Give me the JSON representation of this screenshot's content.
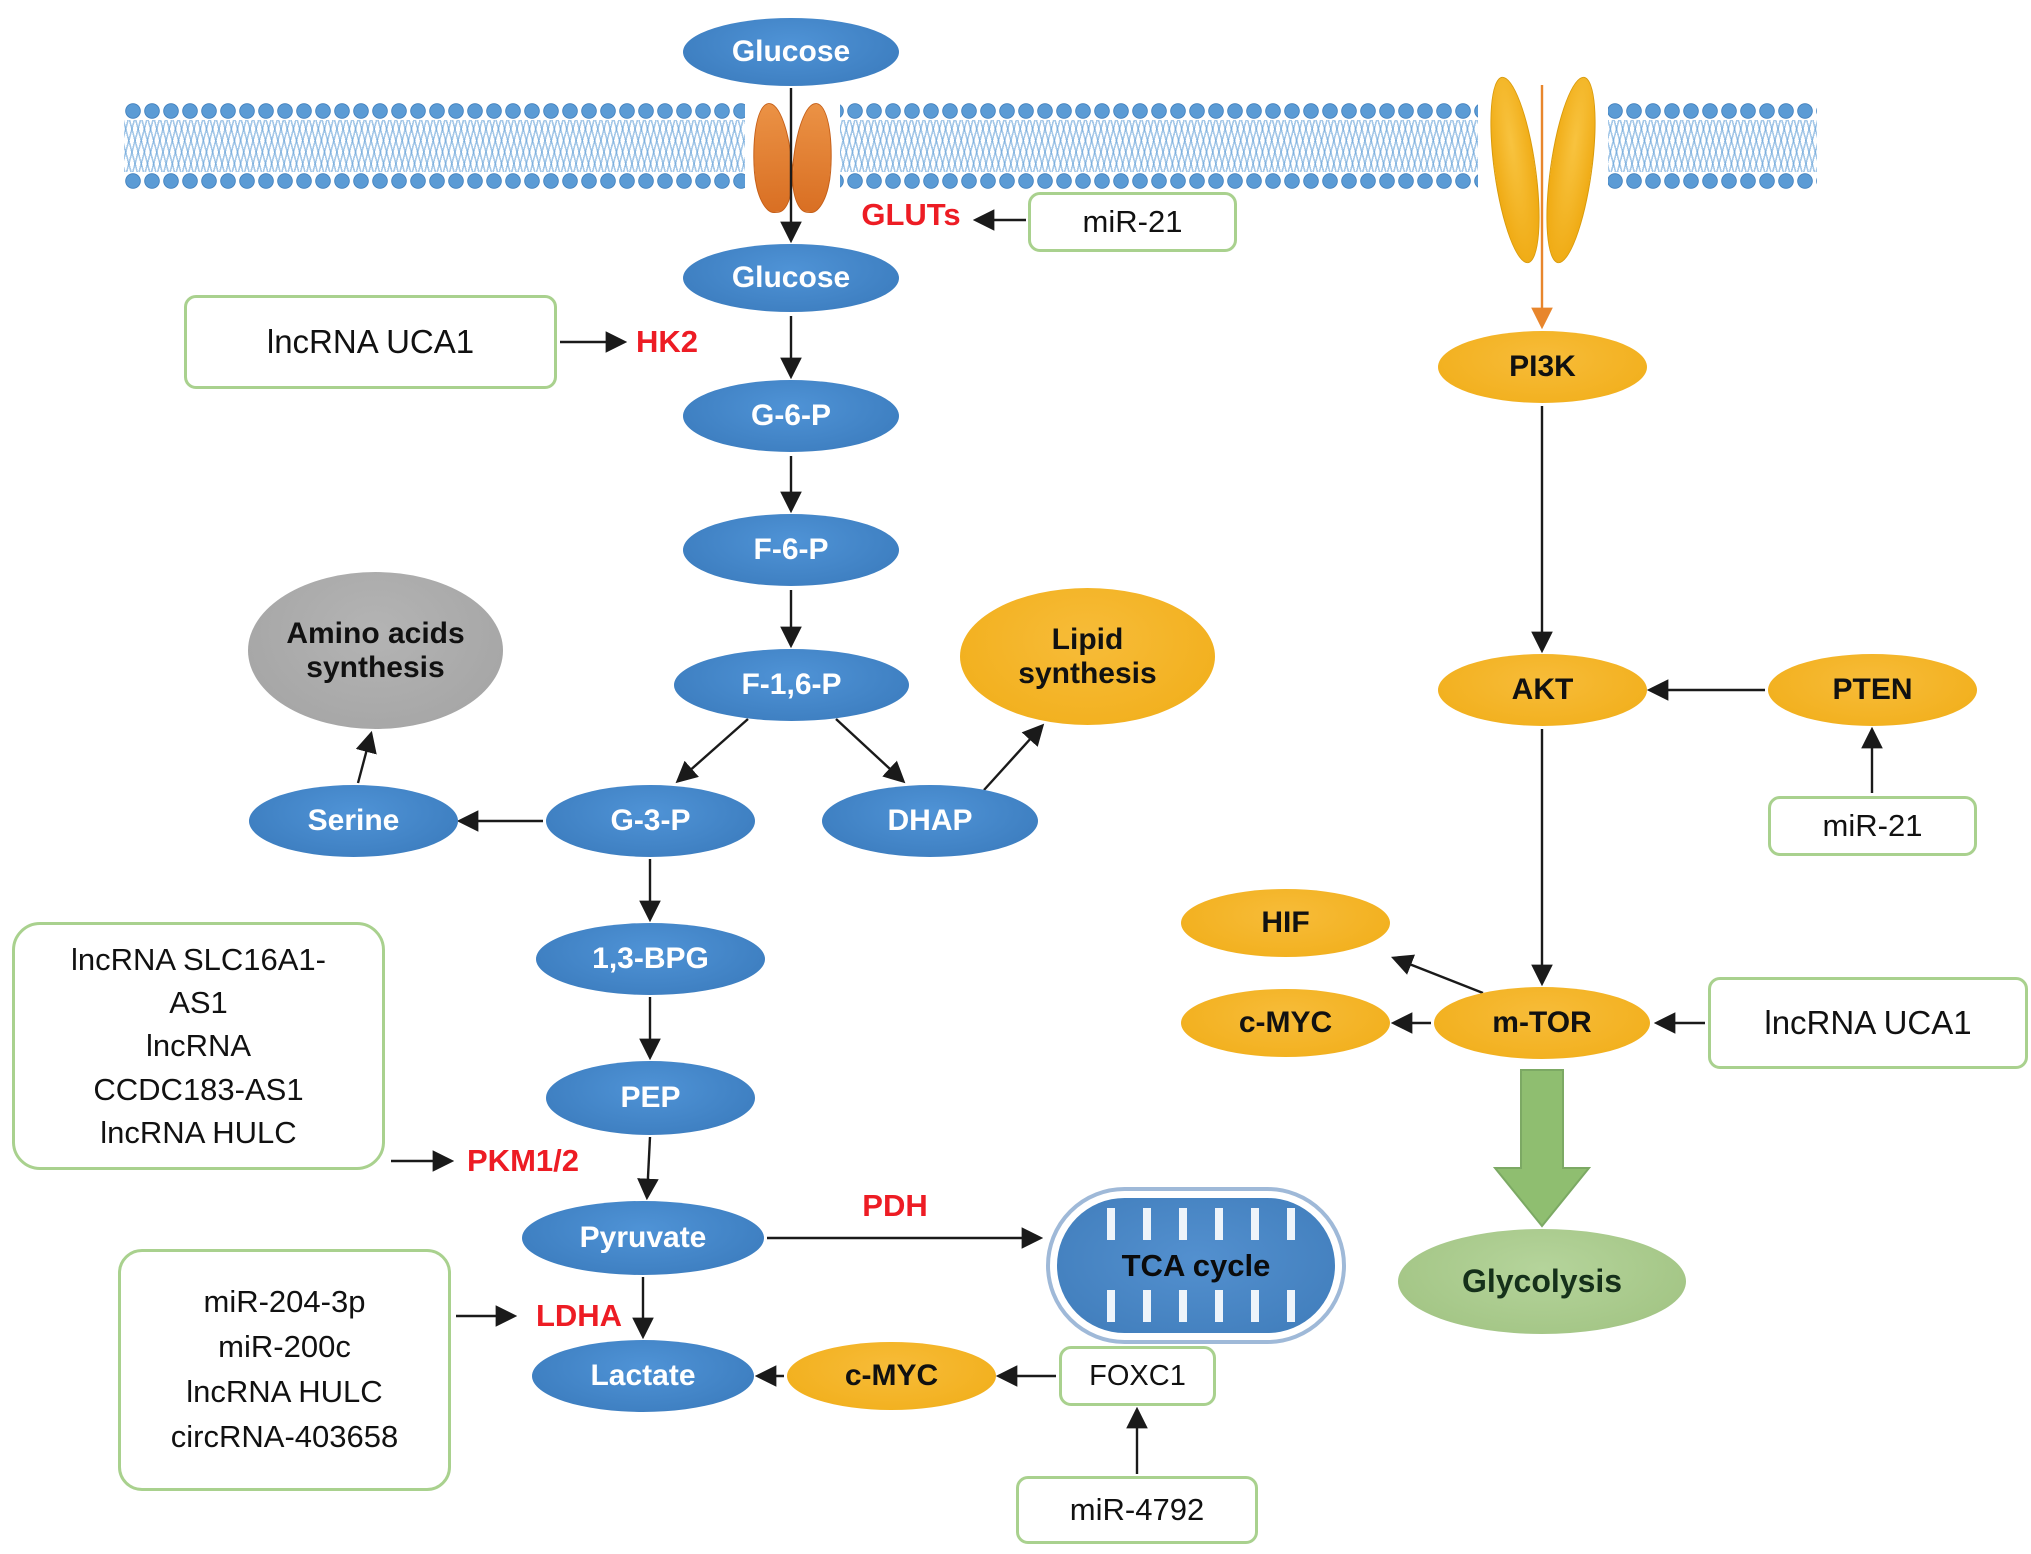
{
  "colors": {
    "node_blue": "#3e7fc1",
    "node_yellow": "#f2b01e",
    "node_gray": "#a6a6a6",
    "node_green": "#a3c585",
    "arrow_green": "#8fbe70",
    "label_red": "#ed1c24",
    "box_border": "#a9d18e",
    "membrane_blue": "#5b9bd5",
    "transporter_orange": "#e2732c",
    "receptor_yellow": "#f3b11c"
  },
  "nodes": {
    "glucose_out": {
      "label": "Glucose"
    },
    "glucose_in": {
      "label": "Glucose"
    },
    "g6p": {
      "label": "G-6-P"
    },
    "f6p": {
      "label": "F-6-P"
    },
    "f16p": {
      "label": "F-1,6-P"
    },
    "g3p": {
      "label": "G-3-P"
    },
    "dhap": {
      "label": "DHAP"
    },
    "serine": {
      "label": "Serine"
    },
    "amino": {
      "label": "Amino acids synthesis"
    },
    "lipid": {
      "label": "Lipid synthesis"
    },
    "bpg": {
      "label": "1,3-BPG"
    },
    "pep": {
      "label": "PEP"
    },
    "pyruvate": {
      "label": "Pyruvate"
    },
    "lactate": {
      "label": "Lactate"
    },
    "tca": {
      "label": "TCA cycle"
    },
    "cmyc_bottom": {
      "label": "c-MYC"
    },
    "pi3k": {
      "label": "PI3K"
    },
    "akt": {
      "label": "AKT"
    },
    "pten": {
      "label": "PTEN"
    },
    "hif": {
      "label": "HIF"
    },
    "cmyc_right": {
      "label": "c-MYC"
    },
    "mtor": {
      "label": "m-TOR"
    },
    "glycolysis": {
      "label": "Glycolysis"
    }
  },
  "enzymes": {
    "gluts": "GLUTs",
    "hk2": "HK2",
    "pkm": "PKM1/2",
    "pdh": "PDH",
    "ldha": "LDHA"
  },
  "boxes": {
    "mir21_top": "miR-21",
    "uca1_left": "lncRNA UCA1",
    "slc": [
      "lncRNA SLC16A1-AS1",
      "lncRNA CCDC183-AS1",
      "lncRNA HULC"
    ],
    "mir204": [
      "miR-204-3p",
      "miR-200c",
      "lncRNA HULC",
      "circRNA-403658"
    ],
    "foxc1": "FOXC1",
    "mir4792": "miR-4792",
    "mir21_right": "miR-21",
    "uca1_right": "lncRNA UCA1"
  }
}
